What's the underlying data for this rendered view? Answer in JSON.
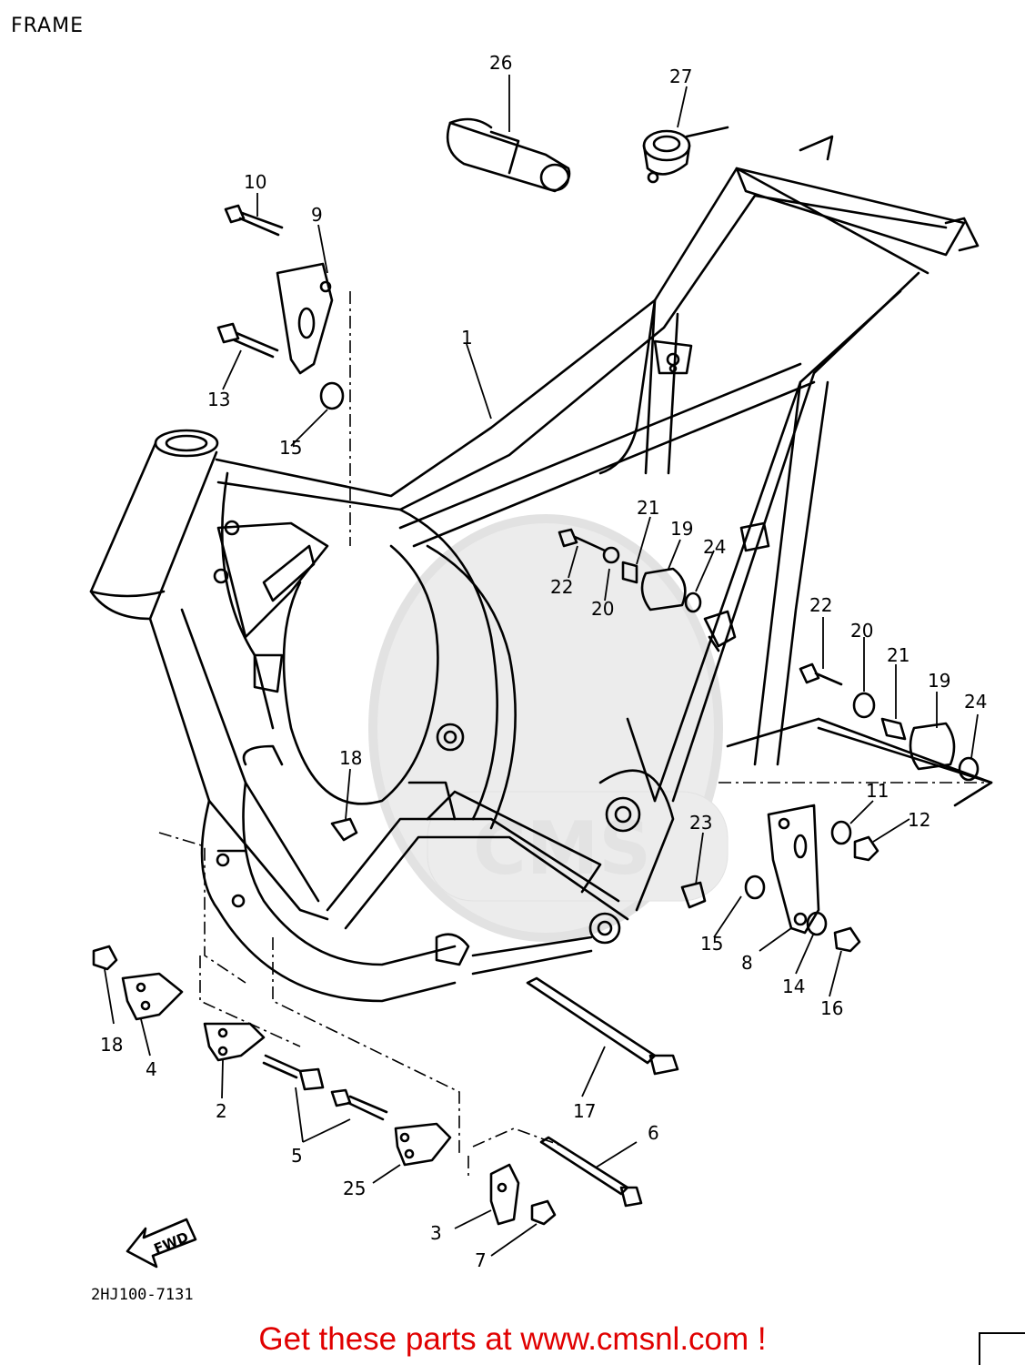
{
  "header": {
    "title": "FRAME"
  },
  "diagram": {
    "code": "2HJ100-7131",
    "fwd_label": "FWD",
    "part_numbers": [
      "1",
      "2",
      "3",
      "4",
      "5",
      "6",
      "7",
      "8",
      "9",
      "10",
      "11",
      "12",
      "13",
      "14",
      "15",
      "15",
      "16",
      "17",
      "18",
      "18",
      "19",
      "19",
      "20",
      "20",
      "21",
      "21",
      "22",
      "22",
      "23",
      "24",
      "24",
      "25",
      "26",
      "27"
    ]
  },
  "footer": {
    "text": "Get these parts at www.cmsnl.com !"
  },
  "colors": {
    "line": "#000000",
    "footer_text": "#e00000",
    "watermark": "#e4e4e4"
  }
}
